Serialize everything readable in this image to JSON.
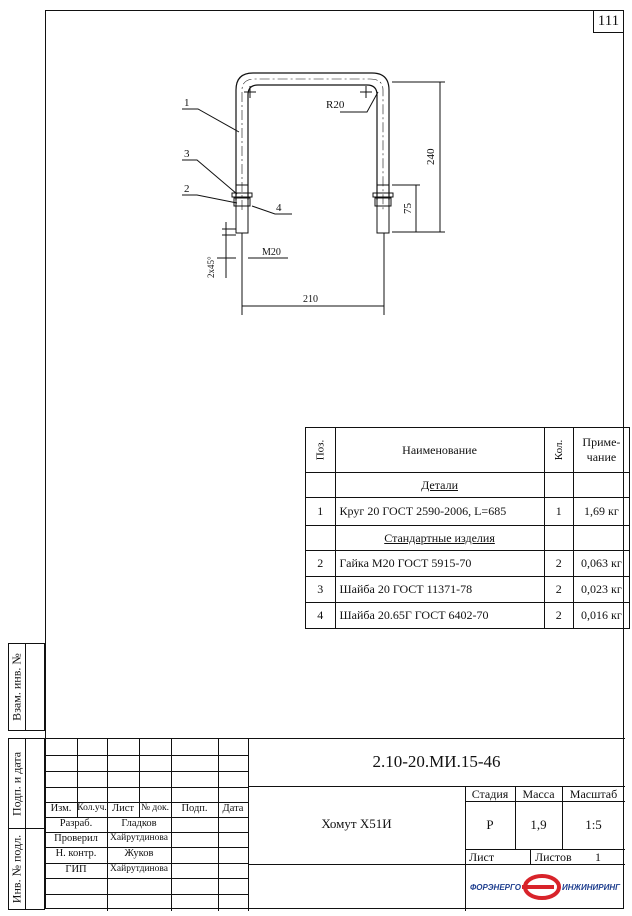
{
  "sheet_number": "111",
  "drawing": {
    "callouts": [
      "1",
      "2",
      "3",
      "4"
    ],
    "dimensions": {
      "radius": "R20",
      "height": "240",
      "thread_length": "75",
      "chamfer": "2x45°",
      "thread": "M20",
      "width": "210"
    }
  },
  "spec_table": {
    "headers": {
      "pos": "Поз.",
      "name": "Наименование",
      "qty": "Кол.",
      "note_1": "Приме-",
      "note_2": "чание"
    },
    "section_parts": "Детали",
    "section_standard": "Стандартные изделия",
    "rows": [
      {
        "pos": "1",
        "name": "Круг 20 ГОСТ 2590-2006, L=685",
        "qty": "1",
        "note": "1,69 кг"
      },
      {
        "pos": "2",
        "name": "Гайка М20 ГОСТ 5915-70",
        "qty": "2",
        "note": "0,063 кг"
      },
      {
        "pos": "3",
        "name": "Шайба 20 ГОСТ 11371-78",
        "qty": "2",
        "note": "0,023 кг"
      },
      {
        "pos": "4",
        "name": "Шайба 20.65Г ГОСТ 6402-70",
        "qty": "2",
        "note": "0,016 кг"
      }
    ]
  },
  "side_strip": {
    "replace_inv": "Взам. инв. №",
    "sign_date": "Подп. и дата",
    "inv_orig": "Инв. № подл."
  },
  "title_block": {
    "columns": [
      "Изм.",
      "Кол.уч.",
      "Лист",
      "№ док.",
      "Подп.",
      "Дата"
    ],
    "roles": [
      {
        "role": "Разраб.",
        "name": "Гладков"
      },
      {
        "role": "Проверил",
        "name": "Хайрутдинова"
      },
      {
        "role": "Н. контр.",
        "name": "Жуков"
      },
      {
        "role": "ГИП",
        "name": "Хайрутдинова"
      }
    ],
    "designation": "2.10-20.МИ.15-46",
    "item_name": "Хомут Х51И",
    "stage_label": "Стадия",
    "mass_label": "Масса",
    "scale_label": "Масштаб",
    "stage": "Р",
    "mass": "1,9",
    "scale": "1:5",
    "sheet_label": "Лист",
    "sheets_label": "Листов",
    "sheets": "1",
    "company_left": "ФОРЭНЕРГО",
    "company_right": "ИНЖИНИРИНГ"
  }
}
